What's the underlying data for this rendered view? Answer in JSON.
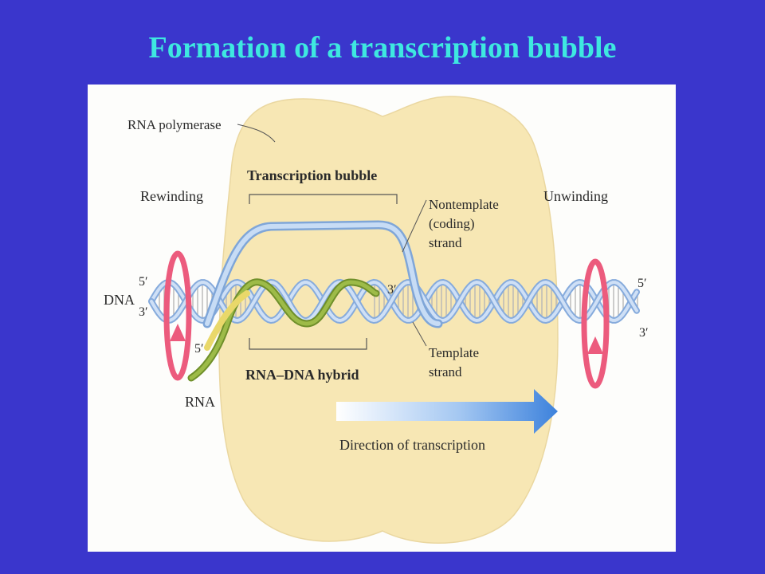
{
  "slide": {
    "title": "Formation of a transcription bubble"
  },
  "diagram": {
    "labels": {
      "rna_polymerase": "RNA polymerase",
      "transcription_bubble": "Transcription bubble",
      "rewinding": "Rewinding",
      "unwinding": "Unwinding",
      "nontemplate_1": "Nontemplate",
      "nontemplate_2": "(coding)",
      "nontemplate_3": "strand",
      "dna": "DNA",
      "left_5prime": "5′",
      "left_3prime": "3′",
      "right_5prime": "5′",
      "right_3prime": "3′",
      "rna_3prime": "3′",
      "rna_5prime": "5′",
      "rna": "RNA",
      "rna_dna_hybrid": "RNA–DNA hybrid",
      "template_1": "Template",
      "template_2": "strand",
      "direction": "Direction of transcription"
    },
    "colors": {
      "background": "#3a36cc",
      "title": "#3ee8e0",
      "polymerase": "#f7e7b4",
      "dna_strand": "#a9c8ee",
      "rna_strand": "#8fae3c",
      "template_highlight": "#f1e48c",
      "rotation_arrow": "#ec5b7d",
      "direction_arrow": "#4a8fe0"
    }
  }
}
